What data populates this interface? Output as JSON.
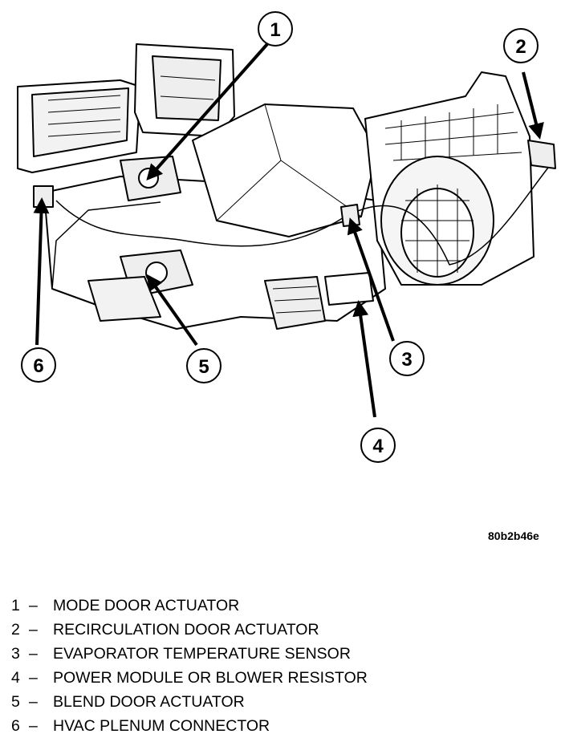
{
  "figure": {
    "code": "80b2b46e",
    "callouts": [
      "1",
      "2",
      "3",
      "4",
      "5",
      "6"
    ]
  },
  "legend": {
    "separator": "–",
    "items": [
      {
        "num": "1",
        "label": "MODE DOOR ACTUATOR"
      },
      {
        "num": "2",
        "label": "RECIRCULATION DOOR ACTUATOR"
      },
      {
        "num": "3",
        "label": "EVAPORATOR TEMPERATURE SENSOR"
      },
      {
        "num": "4",
        "label": "POWER MODULE OR BLOWER RESISTOR"
      },
      {
        "num": "5",
        "label": "BLEND DOOR ACTUATOR"
      },
      {
        "num": "6",
        "label": "HVAC PLENUM CONNECTOR"
      }
    ]
  }
}
